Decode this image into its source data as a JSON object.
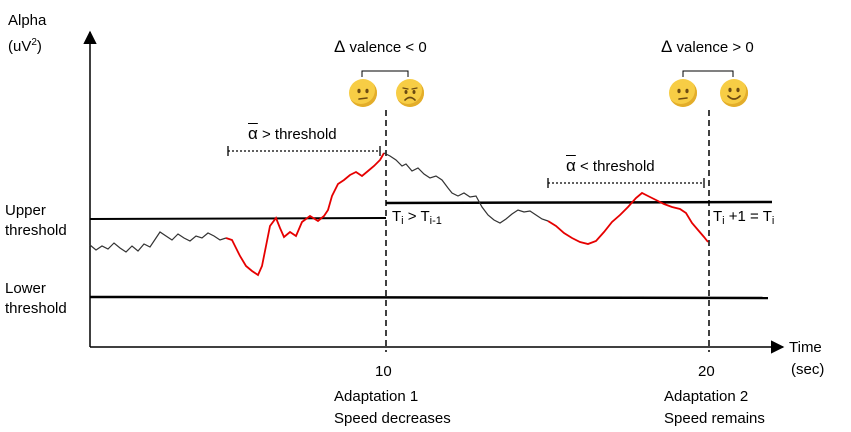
{
  "axes": {
    "y_label_line1": "Alpha",
    "y_label_line2": "(uV",
    "y_label_sup": "2",
    "y_label_close": ")",
    "x_label_line1": "Time",
    "x_label_line2": "(sec)"
  },
  "levels": {
    "upper_line1": "Upper",
    "upper_line2": "threshold",
    "lower_line1": "Lower",
    "lower_line2": "threshold"
  },
  "ticks": {
    "t10": "10",
    "t20": "20"
  },
  "adaptations": {
    "a1_title": "Adaptation 1",
    "a1_desc": "Speed decreases",
    "a2_title": "Adaptation 2",
    "a2_desc": "Speed remains"
  },
  "valence": {
    "neg_delta": "Δ",
    "neg_text": "valence < 0",
    "pos_delta": "Δ",
    "pos_text": "valence > 0"
  },
  "conditions": {
    "above_symbol": "α",
    "above_text": " > threshold",
    "below_symbol": "α",
    "below_text": " < threshold"
  },
  "threshold_rules": {
    "r1_T": "T",
    "r1_sub_i": "i",
    "r1_op": " > T",
    "r1_sub_prev": "i-1",
    "r2_T": "T",
    "r2_sub_i": "i",
    "r2_op": " +1 = T",
    "r2_sub_i2": "i"
  },
  "colors": {
    "signal_normal": "#333333",
    "signal_highlight": "#e60000",
    "face_fill": "#f7cd45",
    "face_features": "#6b4a12"
  },
  "icons": [
    "neutral-face-icon",
    "frowning-face-icon",
    "neutral-face-icon",
    "smiling-face-icon"
  ]
}
